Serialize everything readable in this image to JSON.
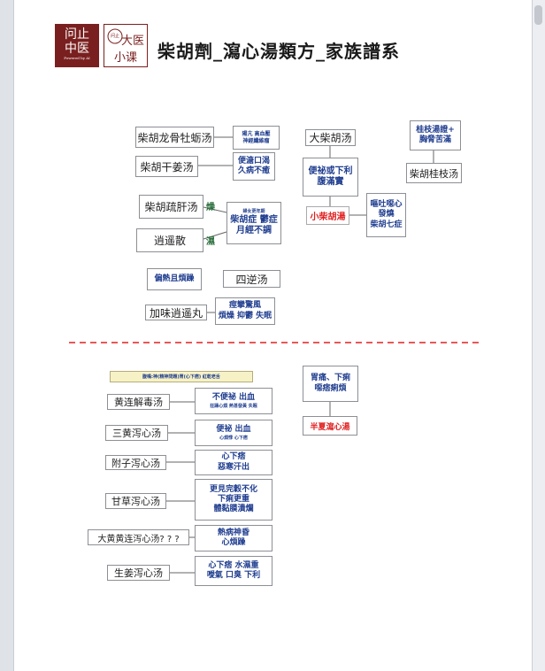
{
  "logo": {
    "left_line1": "问止",
    "left_line2": "中医",
    "left_powered": "Powered by AI",
    "right_seal": "问止",
    "right_line1": "大医",
    "right_line2": "小课"
  },
  "title": "柴胡劑_瀉心湯類方_家族譜系",
  "top": {
    "chaihu_longgu": "柴胡龙骨牡蛎汤",
    "chaihu_longgu_sym1": "陽亢 高血壓",
    "chaihu_longgu_sym2": "神經纖維瘤",
    "chaihu_ganjiang": "柴胡干姜汤",
    "chaihu_ganjiang_sym1": "便溏口渴",
    "chaihu_ganjiang_sym2": "久病不癒",
    "chaihu_shugan": "柴胡疏肝汤",
    "zao": "燥",
    "shi": "濕",
    "xiaoyao": "逍遥散",
    "women_note": "婦女更年期",
    "women_sym1": "柴胡症 鬱症",
    "women_sym2": "月經不調",
    "da_chaihu": "大柴胡汤",
    "da_chaihu_sym1": "便祕或下利",
    "da_chaihu_sym2": "腹滿實",
    "xiao_chaihu": "小柴胡湯",
    "xiao_sym1": "嘔吐噁心",
    "xiao_sym2": "發燒",
    "xiao_sym3": "柴胡七症",
    "guizhi_note1": "桂枝湯證+",
    "guizhi_note2": "胸脅苦滿",
    "chaihu_guizhi": "柴胡桂枝汤",
    "pianre": "偏熱且煩躁",
    "sini": "四逆汤",
    "jiawei": "加味逍遥丸",
    "jiawei_sym1": "痙攣驚風",
    "jiawei_sym2": "煩燥 抑鬱 失眠"
  },
  "bottom": {
    "note": "腹鳴:神(精神問題)胃(心下痞) 紅乾老舌",
    "weitong1": "胃痛、下痢",
    "weitong2": "噁痞痢煩",
    "banxia": "半夏瀉心湯",
    "huanglian": "黄连解毒汤",
    "huanglian_sym1": "不便祕 出血",
    "huanglian_sym2": "狂躁心煩 熱甚發黃 失眠",
    "sanhuang": "三黄泻心汤",
    "sanhuang_sym1": "便祕 出血",
    "sanhuang_sym2": "心煩悸 心下痞",
    "fuzi": "附子泻心汤",
    "fuzi_sym1": "心下痞",
    "fuzi_sym2": "惡寒汗出",
    "gancao": "甘草泻心汤",
    "gancao_sym1": "更見完穀不化",
    "gancao_sym2": "下痢更重",
    "gancao_sym3": "體黏膜潰爛",
    "dahuang": "大黄黄连泻心汤? ? ?",
    "dahuang_sym1": "熱病神昏",
    "dahuang_sym2": "心煩躁",
    "shengjiang": "生姜泻心汤",
    "shengjiang_sym1": "心下痞 水濕重",
    "shengjiang_sym2": "噯氣 口臭 下利"
  },
  "colors": {
    "symptom_text": "#1f3d8f",
    "highlight_red": "#e02020",
    "divider": "#e02020",
    "logo_brand": "#7a1f1f",
    "note_fill": "#f7f2c6"
  }
}
